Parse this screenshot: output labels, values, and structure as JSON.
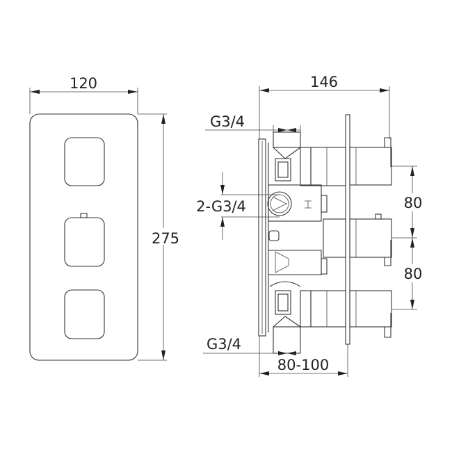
{
  "front_view": {
    "width_label": "120",
    "height_label": "275"
  },
  "side_view": {
    "depth_label": "146",
    "top_inlet_label": "G3/4",
    "side_outlets_label": "2-G3/4",
    "bottom_outlet_label": "G3/4",
    "spacing_upper_label": "80",
    "spacing_lower_label": "80",
    "wall_depth_label": "80-100"
  }
}
